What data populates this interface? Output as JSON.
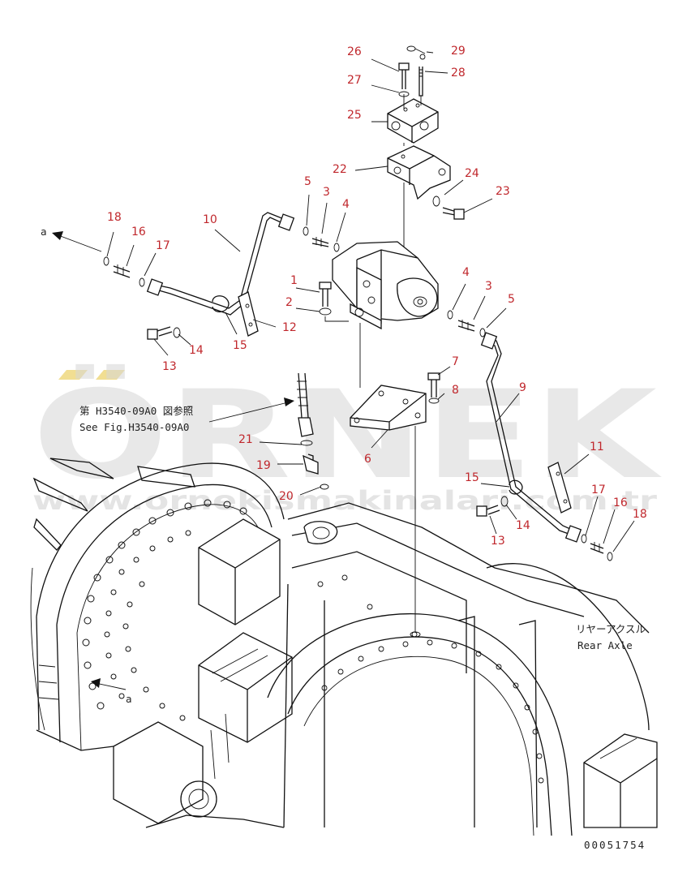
{
  "diagram": {
    "callouts": [
      "1",
      "2",
      "3",
      "4",
      "5",
      "6",
      "7",
      "8",
      "9",
      "10",
      "11",
      "12",
      "13",
      "14",
      "15",
      "16",
      "17",
      "18",
      "19",
      "20",
      "21",
      "22",
      "23",
      "24",
      "25",
      "26",
      "27",
      "28",
      "29"
    ],
    "direction_arrow_label": "a",
    "reference_note": {
      "japanese": "第 H3540-09A0 図参照",
      "english": "See Fig.H3540-09A0"
    },
    "rear_axle_label": {
      "japanese": "リヤーアクスル",
      "english": "Rear Axle"
    },
    "drawing_number": "00051754"
  },
  "watermark": {
    "brand": "ÖRNEK",
    "url": "www.ornekismakinalari.com.tr",
    "color": "#d7d7d7",
    "accent_color": "#e8c84a"
  },
  "colors": {
    "callout": "#c0282d",
    "line": "#111111",
    "background": "#ffffff"
  }
}
